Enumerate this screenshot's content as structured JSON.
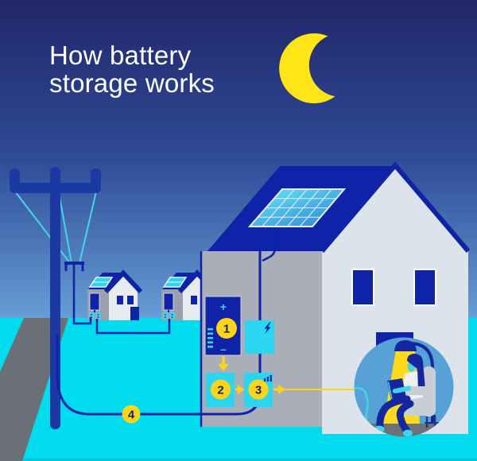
{
  "title": {
    "line1": "How battery",
    "line2": "storage works"
  },
  "labels": {
    "step_1": "1",
    "step_2": "2",
    "step_3": "3",
    "step_4": "4"
  },
  "battery": {
    "plus": "+",
    "minus": "–"
  },
  "icons": {
    "moon": "crescent-moon",
    "lightning": "lightning-bolt",
    "meter": "charge-level-bars",
    "battery_gauge": "charge-dash-indicator"
  },
  "colors": {
    "sky_top": "#212769",
    "sky_bottom": "#669ed6",
    "ground_cyan": "#00dcee",
    "navy": "#0e23a7",
    "pole_blue": "#1c38a2",
    "wire_cyan": "#45d5e8",
    "box_cyan": "#2bd7f0",
    "accent_yellow": "#ffd417",
    "moon_yellow": "#ffe418",
    "side_wall_gray": "#a9aeb8",
    "front_wall_light": "#dde3ea",
    "road_gray": "#6b7076",
    "inset_blue": "#57a1d6",
    "chair_gray": "#c8ced5"
  }
}
